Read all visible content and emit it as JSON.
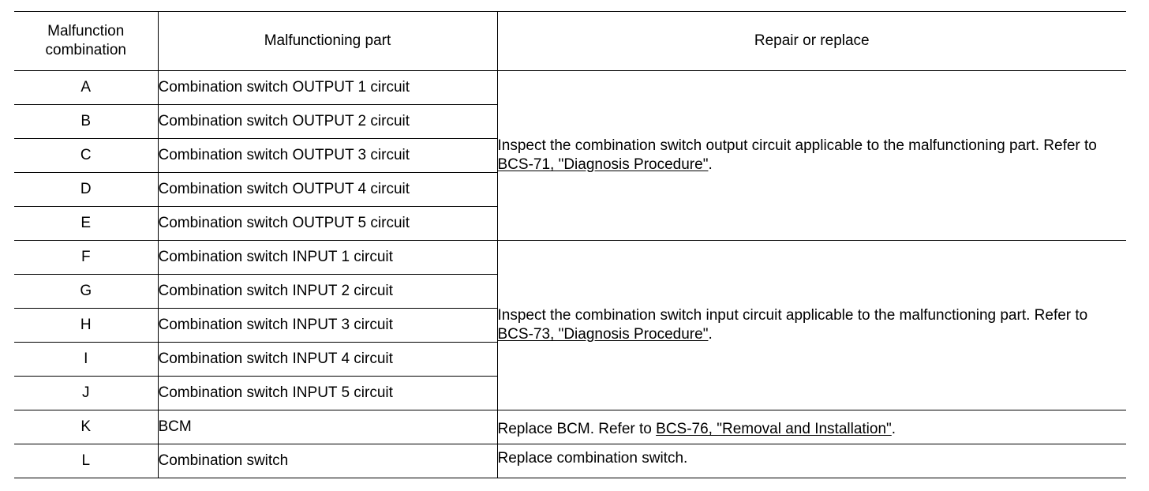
{
  "table": {
    "headers": {
      "col1": "Malfunction combination",
      "col1_line1": "Malfunction",
      "col1_line2": "combination",
      "col2": "Malfunctioning part",
      "col3": "Repair or replace"
    },
    "rows": [
      {
        "code": "A",
        "part": "Combination switch OUTPUT 1 circuit"
      },
      {
        "code": "B",
        "part": "Combination switch OUTPUT 2 circuit"
      },
      {
        "code": "C",
        "part": "Combination switch OUTPUT 3 circuit"
      },
      {
        "code": "D",
        "part": "Combination switch OUTPUT 4 circuit"
      },
      {
        "code": "E",
        "part": "Combination switch OUTPUT 5 circuit"
      },
      {
        "code": "F",
        "part": "Combination switch INPUT 1 circuit"
      },
      {
        "code": "G",
        "part": "Combination switch INPUT 2 circuit"
      },
      {
        "code": "H",
        "part": "Combination switch INPUT 3 circuit"
      },
      {
        "code": "I",
        "part": "Combination switch INPUT 4 circuit"
      },
      {
        "code": "J",
        "part": "Combination switch INPUT 5 circuit"
      },
      {
        "code": "K",
        "part": "BCM"
      },
      {
        "code": "L",
        "part": "Combination switch"
      }
    ],
    "repairs": {
      "output": {
        "text_before": "Inspect the combination switch output circuit applicable to the malfunctioning part. Refer to ",
        "link": "BCS-71, \"Diagnosis Procedure\"",
        "text_after": "."
      },
      "input": {
        "text_before": "Inspect the combination switch input circuit applicable to the malfunctioning part. Refer to ",
        "link": "BCS-73, \"Diagnosis Procedure\"",
        "text_after": "."
      },
      "bcm": {
        "text_before": "Replace BCM. Refer to ",
        "link": "BCS-76, \"Removal and Installation\"",
        "text_after": "."
      },
      "switch": {
        "text_before": "Replace combination switch.",
        "link": "",
        "text_after": ""
      }
    }
  }
}
